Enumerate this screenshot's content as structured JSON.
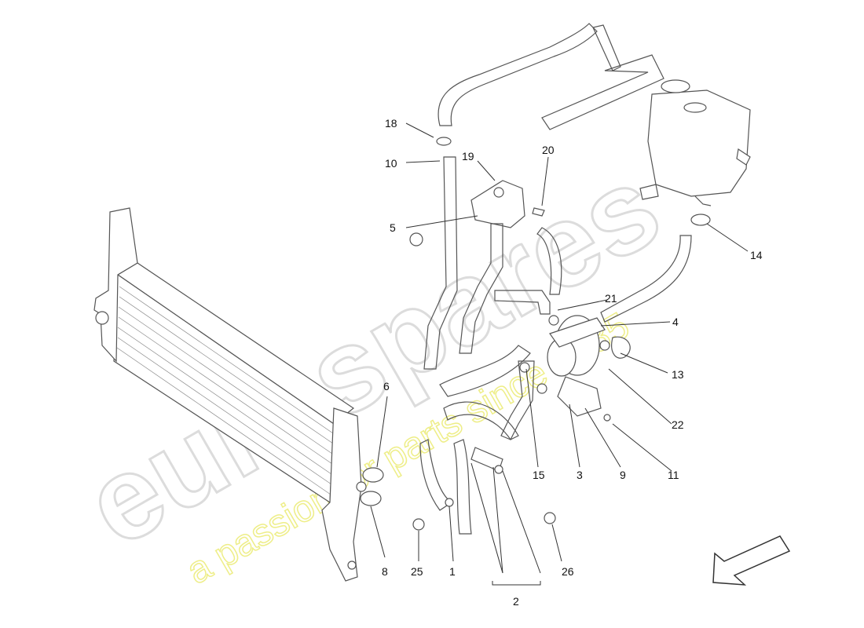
{
  "watermark": {
    "brand": "eurospares",
    "tagline": "a passion for parts since 1985",
    "brand_color": "#d8d8d8",
    "tagline_color": "#f3f39a"
  },
  "callouts": [
    {
      "id": "c1",
      "label": "1"
    },
    {
      "id": "c2",
      "label": "2"
    },
    {
      "id": "c3",
      "label": "3"
    },
    {
      "id": "c4",
      "label": "4"
    },
    {
      "id": "c5",
      "label": "5"
    },
    {
      "id": "c6",
      "label": "6"
    },
    {
      "id": "c8",
      "label": "8"
    },
    {
      "id": "c9",
      "label": "9"
    },
    {
      "id": "c10",
      "label": "10"
    },
    {
      "id": "c11",
      "label": "11"
    },
    {
      "id": "c13",
      "label": "13"
    },
    {
      "id": "c14",
      "label": "14"
    },
    {
      "id": "c15",
      "label": "15"
    },
    {
      "id": "c18",
      "label": "18"
    },
    {
      "id": "c19",
      "label": "19"
    },
    {
      "id": "c20",
      "label": "20"
    },
    {
      "id": "c21",
      "label": "21"
    },
    {
      "id": "c22",
      "label": "22"
    },
    {
      "id": "c25",
      "label": "25"
    },
    {
      "id": "c26",
      "label": "26"
    }
  ],
  "colors": {
    "line": "#333333",
    "part_stroke": "#555555",
    "part_fill": "#ffffff"
  },
  "icons": {
    "direction_arrow": "front-direction-arrow-icon"
  }
}
